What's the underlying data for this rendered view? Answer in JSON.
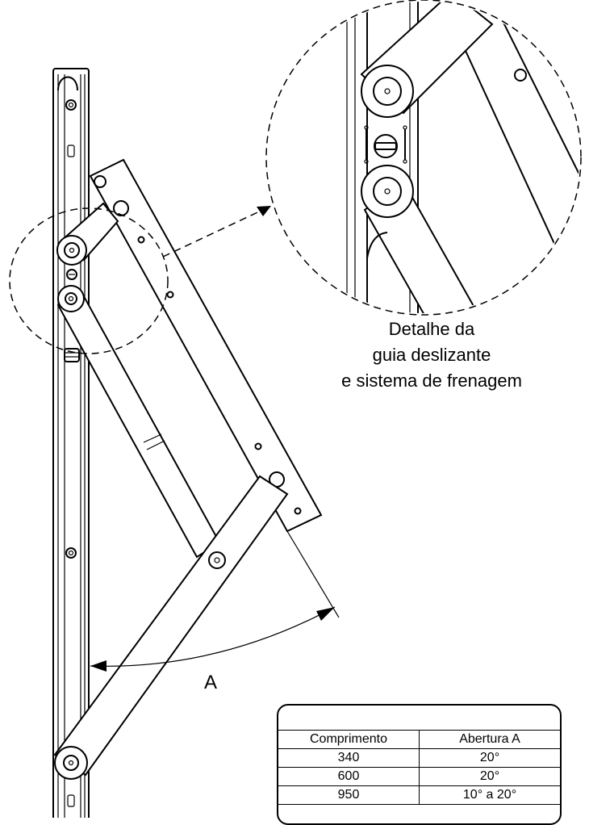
{
  "detail_caption": {
    "line1": "Detalhe da",
    "line2": "guia deslizante",
    "line3": "e sistema de frenagem"
  },
  "angle_label": "A",
  "spec_table": {
    "headers": [
      "Comprimento",
      "Abertura A"
    ],
    "rows": [
      [
        "340",
        "20°"
      ],
      [
        "600",
        "20°"
      ],
      [
        "950",
        "10° a 20°"
      ]
    ]
  }
}
